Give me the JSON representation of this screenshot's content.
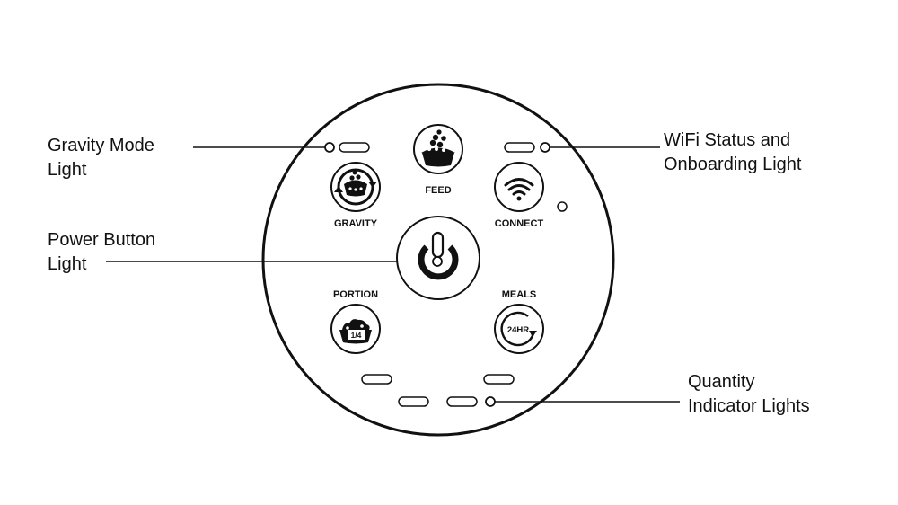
{
  "callouts": {
    "gravity_mode": [
      "Gravity Mode",
      "Light"
    ],
    "wifi_status": [
      "WiFi Status and",
      "Onboarding Light"
    ],
    "power_button": [
      "Power Button",
      "Light"
    ],
    "quantity": [
      "Quantity",
      "Indicator Lights"
    ]
  },
  "buttons": {
    "feed": "FEED",
    "gravity": "GRAVITY",
    "connect": "CONNECT",
    "portion": "PORTION",
    "meals": "MEALS"
  },
  "icon_text": {
    "portion_fraction": "1/4",
    "meals_hours": "24HR"
  },
  "icons": [
    "food-bowl-icon",
    "gravity-cycle-icon",
    "wifi-icon",
    "power-icon",
    "portion-bowl-icon",
    "clock-24hr-icon"
  ]
}
